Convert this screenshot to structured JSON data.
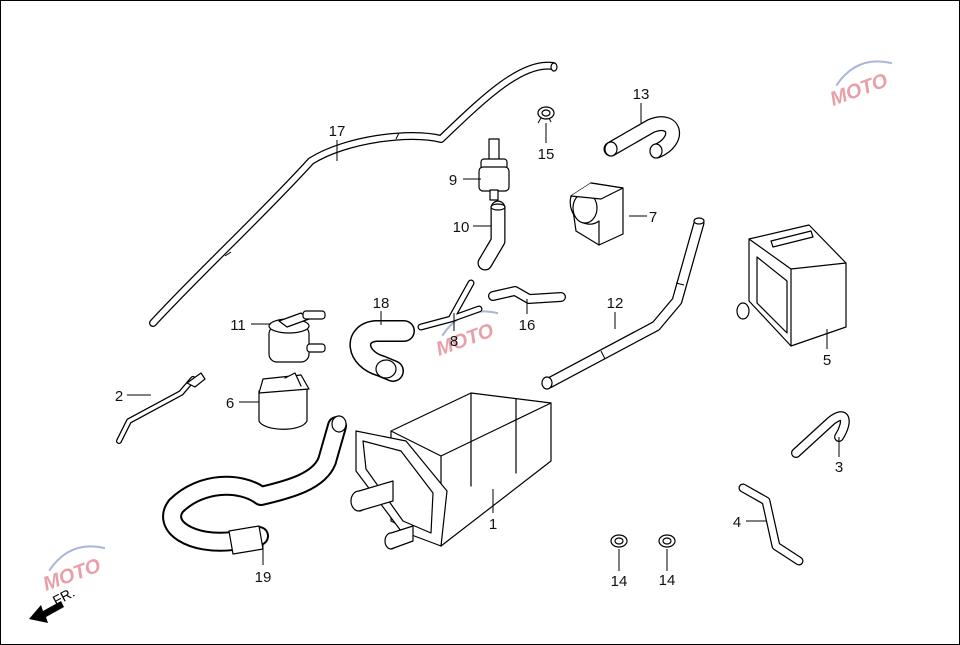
{
  "labels": {
    "p1": "1",
    "p2": "2",
    "p3": "3",
    "p4": "4",
    "p5": "5",
    "p6": "6",
    "p7": "7",
    "p8": "8",
    "p9": "9",
    "p10": "10",
    "p11": "11",
    "p12": "12",
    "p13": "13",
    "p14a": "14",
    "p14b": "14",
    "p15": "15",
    "p16": "16",
    "p17": "17",
    "p18": "18",
    "p19": "19"
  },
  "direction": "FR.",
  "watermark": "MOTO",
  "colors": {
    "line": "#000000",
    "watermark_text": "#e8a0a8",
    "watermark_arc": "#aab4dd"
  }
}
